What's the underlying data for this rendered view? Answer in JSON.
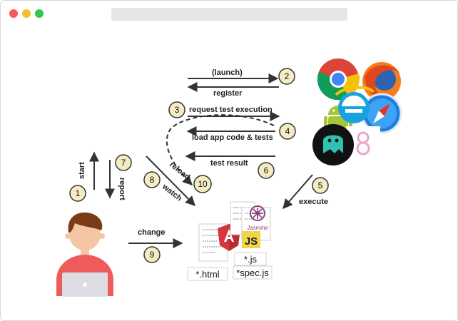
{
  "window": {
    "accent_red": "#f25b5b",
    "accent_yellow": "#f5c02e",
    "accent_green": "#34c84a"
  },
  "diagram": {
    "labels": {
      "launch": "(launch)",
      "register": "register",
      "request_test_execution": "request test execution",
      "load_app_code": "load app code & tests",
      "test_result": "test result",
      "execute": "execute",
      "start": "start",
      "report": "report",
      "reload": "reload",
      "watch": "watch",
      "change": "change"
    },
    "steps": {
      "s1": "1",
      "s2": "2",
      "s3": "3",
      "s4": "4",
      "s5": "5",
      "s6": "6",
      "s7": "7",
      "s8": "8",
      "s9": "9",
      "s10": "10"
    },
    "files": {
      "html": "*.html",
      "js": "*.js",
      "spec": "*spec.js",
      "js_badge": "JS",
      "jasmine": "Jasmine"
    },
    "colors": {
      "step_fill": "#f6ecc4",
      "step_stroke": "#333333",
      "arrow": "#333333",
      "person_shirt": "#ef5b5b",
      "person_skin": "#f5c6a3",
      "person_hair": "#7a3b17",
      "laptop": "#dcdde2",
      "angular_red": "#d6363d",
      "js_yellow": "#f2d44b",
      "jasmine_purple": "#8a4182"
    },
    "icons": [
      "chrome-icon",
      "firefox-icon",
      "android-icon",
      "ie-icon",
      "safari-icon",
      "phantomjs-icon",
      "opera-icon",
      "angular-icon",
      "jasmine-icon"
    ]
  }
}
